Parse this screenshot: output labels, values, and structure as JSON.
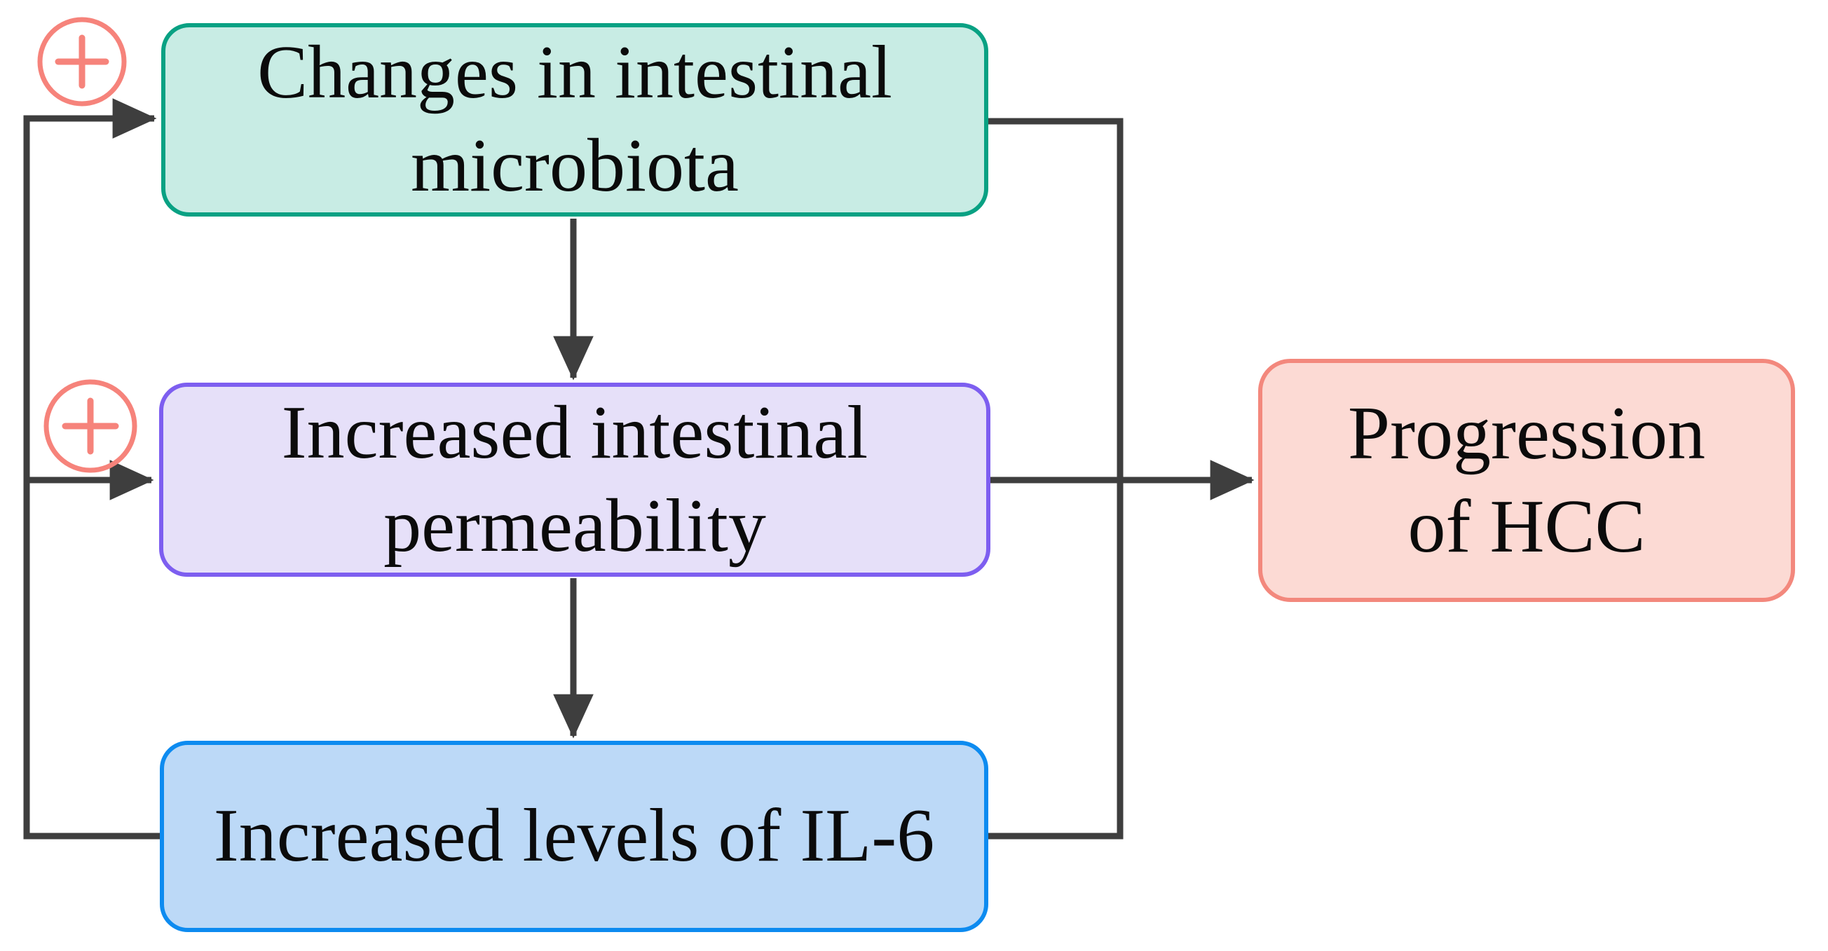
{
  "diagram": {
    "background_color": "#ffffff",
    "line_color": "#3e3e3e",
    "text_color": "#0b0b0b",
    "plus_sign_color": "#f6837b",
    "nodes": [
      {
        "id": "intestinal-microbiota",
        "label": "Changes in intestinal microbiota",
        "lines": [
          "Changes in intestinal",
          "microbiota"
        ],
        "fill": "#c8ece4",
        "border": "#09a183"
      },
      {
        "id": "intestinal-permeability",
        "label": "Increased intestinal permeability",
        "lines": [
          "Increased intestinal",
          "permeability"
        ],
        "fill": "#e6e0f9",
        "border": "#7d5ef0"
      },
      {
        "id": "il6-levels",
        "label": "Increased levels of IL-6",
        "lines": [
          "Increased levels of IL-6"
        ],
        "fill": "#bcd9f7",
        "border": "#0d8bf0"
      },
      {
        "id": "hcc-progression",
        "label": "Progression of HCC",
        "lines": [
          "Progression",
          "of HCC"
        ],
        "fill": "#fcdad4",
        "border": "#f3887d"
      }
    ],
    "plus_badges": [
      {
        "glyph": "+",
        "attached_to": "intestinal-microbiota"
      },
      {
        "glyph": "+",
        "attached_to": "intestinal-permeability"
      }
    ],
    "edges": [
      {
        "from": "intestinal-microbiota",
        "to": "intestinal-permeability",
        "style": "arrow-down"
      },
      {
        "from": "intestinal-permeability",
        "to": "il6-levels",
        "style": "arrow-down"
      },
      {
        "from": "intestinal-microbiota",
        "to": "hcc-progression",
        "style": "merge-right"
      },
      {
        "from": "intestinal-permeability",
        "to": "hcc-progression",
        "style": "arrow-right"
      },
      {
        "from": "il6-levels",
        "to": "hcc-progression",
        "style": "merge-right"
      },
      {
        "from": "il6-levels",
        "to": "intestinal-microbiota",
        "style": "feedback-arrow",
        "sign": "+"
      },
      {
        "from": "il6-levels",
        "to": "intestinal-permeability",
        "style": "feedback-arrow",
        "sign": "+"
      }
    ]
  }
}
